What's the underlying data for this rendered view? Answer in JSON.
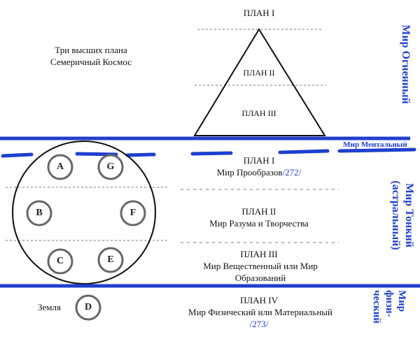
{
  "top": {
    "plan1": "ПЛАН I",
    "plan2": "ПЛАН II",
    "plan3": "ПЛАН III",
    "left_line1": "Три высших плана",
    "left_line2": "Семеричный Космос"
  },
  "worlds": {
    "fiery": "Мир Огненный",
    "mental": "Мир Ментальный",
    "subtle_line1": "Мир Тонкий",
    "subtle_line2": "(астральный)",
    "physical_line1": "Мир",
    "physical_line2": "физи-",
    "physical_line3": "ческий"
  },
  "plans": {
    "p1_title": "ПЛАН I",
    "p1_desc": "Мир Прообразов",
    "p1_ref": "/272/",
    "p2_title": "ПЛАН II",
    "p2_desc": "Мир Разума и Творчества",
    "p3_title": "ПЛАН III",
    "p3_desc_line1": "Мир Вещественный или Мир",
    "p3_desc_line2": "Образований",
    "p4_title": "ПЛАН IV",
    "p4_desc": "Мир Физический или Материальный",
    "p4_ref": "/273/"
  },
  "circles": {
    "a": "A",
    "g": "G",
    "b": "B",
    "f": "F",
    "c": "C",
    "e": "E",
    "d": "D"
  },
  "earth_label": "Земля",
  "colors": {
    "band": "#1f3fd0",
    "label": "#1f3fd0",
    "outline": "#111111",
    "small_circle": "#666666"
  }
}
